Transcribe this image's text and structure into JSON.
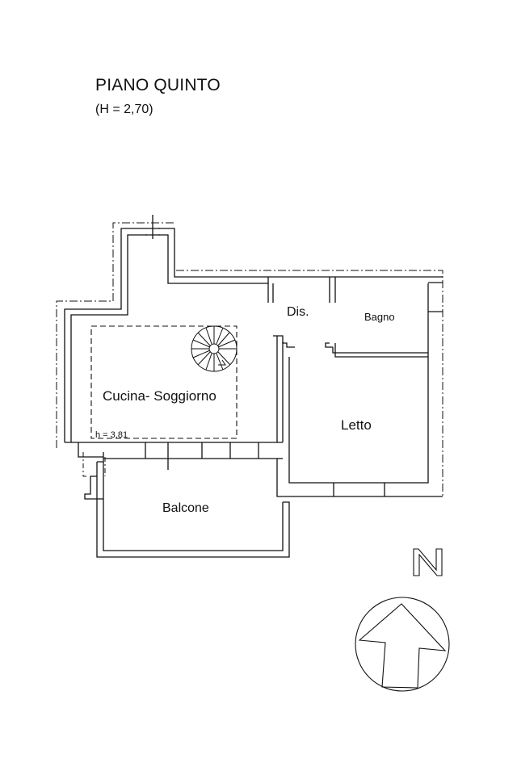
{
  "header": {
    "title": "PIANO QUINTO",
    "subtitle": "(H = 2,70)"
  },
  "rooms": {
    "cucina": "Cucina- Soggiorno",
    "dis": "Dis.",
    "bagno": "Bagno",
    "letto": "Letto",
    "balcone": "Balcone"
  },
  "annotations": {
    "height_note": "h = 3,81"
  },
  "compass": {
    "letter": "N"
  }
}
